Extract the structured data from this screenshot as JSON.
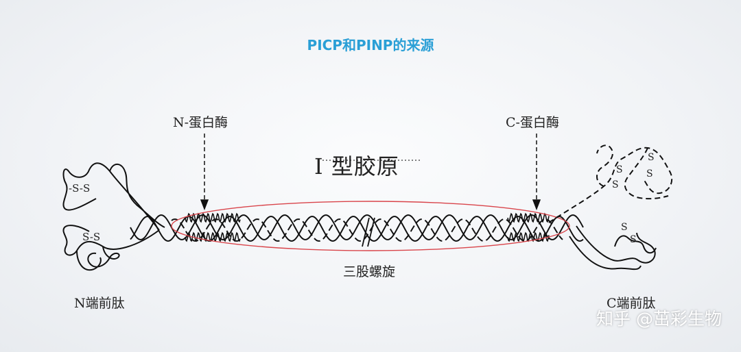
{
  "title": "PICP和PINP的来源",
  "labels": {
    "n_enzyme": "N-蛋白酶",
    "c_enzyme": "C-蛋白酶",
    "collagen": "I 型胶原",
    "triple_helix": "三股螺旋",
    "n_propeptide": "N端前肽",
    "c_propeptide": "C端前肽"
  },
  "disulfide": {
    "n_top": "-S-S",
    "n_bottom": "S-S",
    "c_s": "S"
  },
  "watermark": "知乎 @茁彩生物"
}
